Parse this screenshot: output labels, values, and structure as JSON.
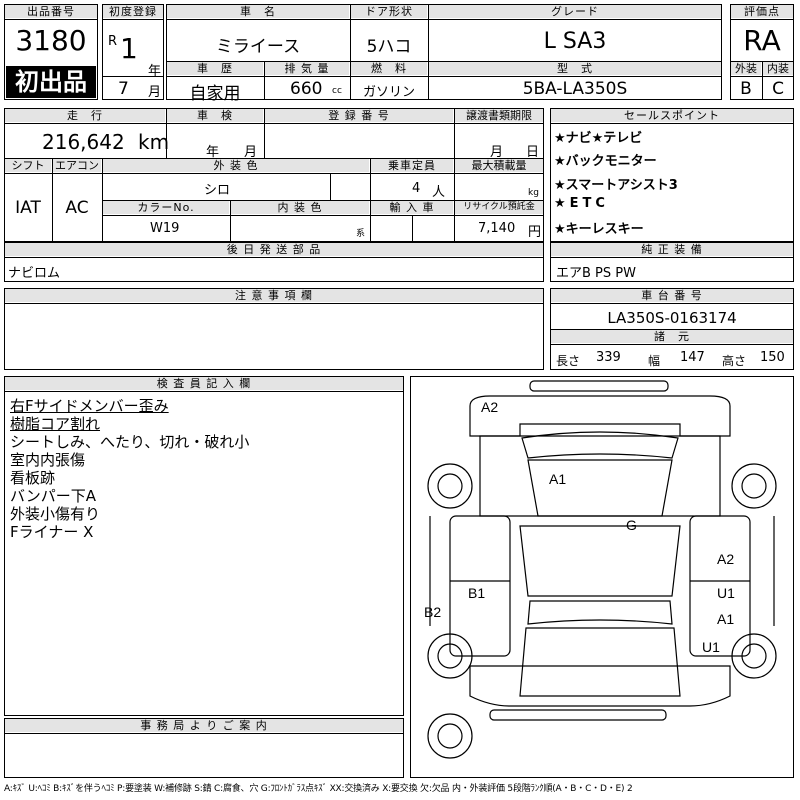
{
  "lot": {
    "hdr": "出品番号",
    "value": "3180",
    "badge": "初出品"
  },
  "reg": {
    "hdr": "初度登録",
    "era": "R",
    "year": "1",
    "year_unit": "年",
    "month": "7",
    "month_unit": "月"
  },
  "car": {
    "hdr": "車　名",
    "value": "ミライース"
  },
  "door": {
    "hdr": "ドア形状",
    "value": "5ハコ"
  },
  "grade": {
    "hdr": "グレード",
    "value": "L SA3"
  },
  "score": {
    "hdr": "評価点",
    "value": "RA"
  },
  "history": {
    "hdr": "車　歴",
    "value": "自家用"
  },
  "disp": {
    "hdr": "排 気 量",
    "value": "660",
    "unit": "cc"
  },
  "fuel": {
    "hdr": "燃　料",
    "value": "ガソリン"
  },
  "model": {
    "hdr": "型　式",
    "value": "5BA-LA350S"
  },
  "ext_grade": {
    "hdr": "外装",
    "value": "B"
  },
  "int_grade": {
    "hdr": "内装",
    "value": "C"
  },
  "mileage": {
    "hdr": "走　行",
    "value": "216,642",
    "unit": "km"
  },
  "inspection": {
    "hdr": "車　検",
    "year_unit": "年",
    "month_unit": "月"
  },
  "plate": {
    "hdr": "登 録 番 号"
  },
  "transfer": {
    "hdr": "譲渡書類期限",
    "month_unit": "月",
    "day_unit": "日"
  },
  "shift": {
    "hdr": "シフト",
    "value": "IAT"
  },
  "aircon": {
    "hdr": "エアコン",
    "value": "AC"
  },
  "ext_color": {
    "hdr": "外 装 色",
    "value": "シロ"
  },
  "capacity": {
    "hdr": "乗車定員",
    "value": "4",
    "unit": "人"
  },
  "load": {
    "hdr": "最大積載量",
    "unit": "kg"
  },
  "color_no": {
    "hdr": "カラーNo.",
    "value": "W19"
  },
  "int_color": {
    "hdr": "内 装 色",
    "unit": "系"
  },
  "import": {
    "hdr": "輸 入 車"
  },
  "recycle": {
    "hdr": "リサイクル預託金",
    "value": "7,140",
    "unit": "円"
  },
  "sales": {
    "hdr": "セールスポイント",
    "items": [
      "★ナビ★テレビ",
      "★バックモニター",
      "★スマートアシスト3",
      "★ETC",
      "★キーレスキー"
    ]
  },
  "later_parts": {
    "hdr": "後 日 発 送 部 品",
    "value": "ナビロム"
  },
  "equipment": {
    "hdr": "純 正 装 備",
    "value": "エアB PS PW"
  },
  "notes": {
    "hdr": "注 意 事 項 欄"
  },
  "chassis": {
    "hdr": "車 台 番 号",
    "value": "LA350S-0163174"
  },
  "dims": {
    "hdr": "諸　元",
    "length_label": "長さ",
    "length": "339",
    "width_label": "幅",
    "width": "147",
    "height_label": "高さ",
    "height": "150"
  },
  "inspector": {
    "hdr": "検 査 員 記 入 欄",
    "lines": [
      "右Fサイドメンバー歪み",
      "樹脂コア割れ",
      "シートしみ、へたり、切れ・破れ小",
      "室内内張傷",
      "看板跡",
      "バンパー下A",
      "外装小傷有り",
      "Fライナー X"
    ]
  },
  "office": {
    "hdr": "事 務 局 よ り ご 案 内"
  },
  "diagram": {
    "marks": [
      "A2",
      "A1",
      "G",
      "A2",
      "B1",
      "U1",
      "A1",
      "B2",
      "U1"
    ],
    "bracket": "[ ]"
  },
  "legend": "A:ｷｽﾞ U:ﾍｺﾐ B:ｷｽﾞを伴うﾍｺﾐ P:要塗装 W:補修跡 S:錆 C:腐食、穴 G:ﾌﾛﾝﾄｶﾞﾗｽ点ｷｽﾞ XX:交換済み X:要交換 欠:欠品 内・外装評価 5段階ﾗﾝｸ順(A・B・C・D・E) 2"
}
